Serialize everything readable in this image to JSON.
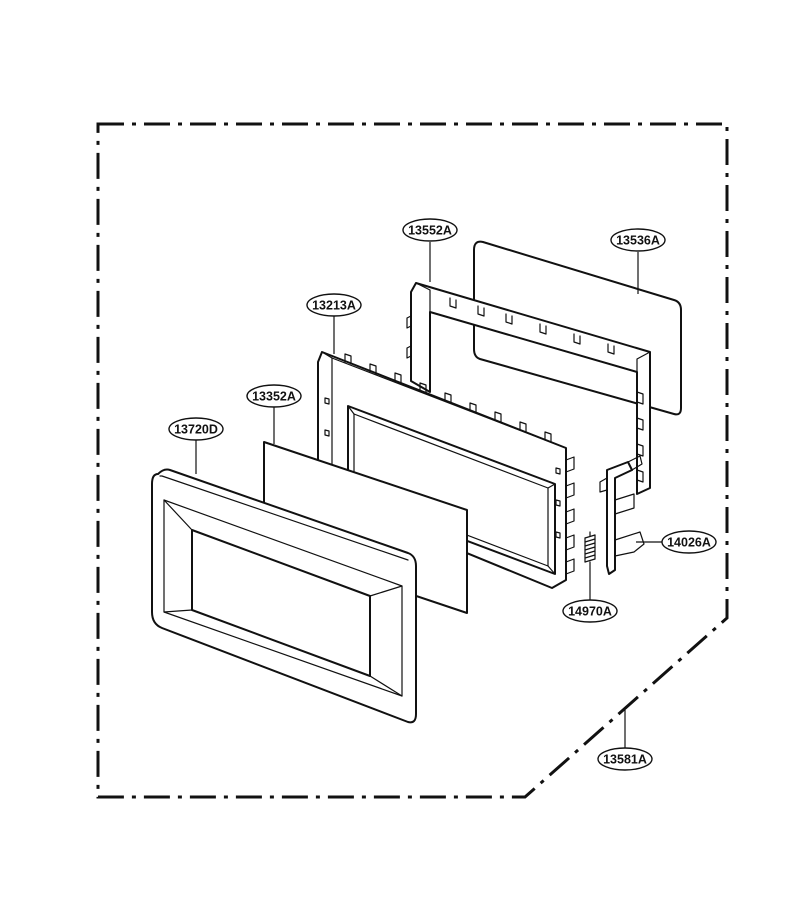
{
  "callouts": {
    "c13552A": "13552A",
    "c13536A": "13536A",
    "c13213A": "13213A",
    "c13352A": "13352A",
    "c13720D": "13720D",
    "c14026A": "14026A",
    "c14970A": "14970A",
    "c13581A": "13581A"
  },
  "colors": {
    "ink": "#111111",
    "background": "#ffffff"
  }
}
